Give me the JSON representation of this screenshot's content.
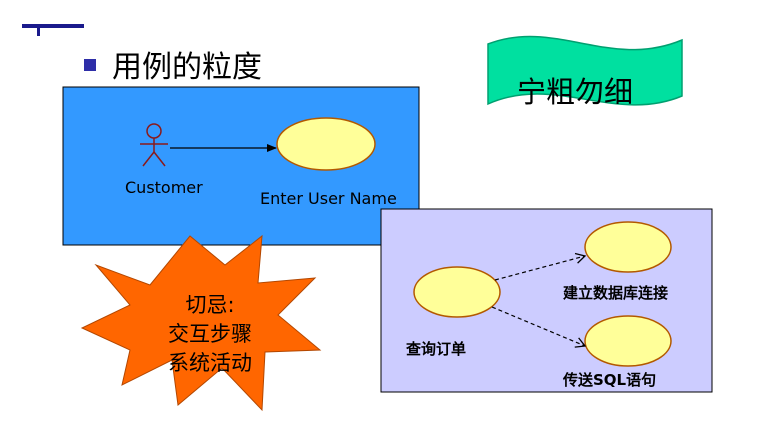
{
  "slide": {
    "title": "用例的粒度"
  },
  "flag": {
    "text": "宁粗勿细",
    "color": "#00e0a0"
  },
  "blue_panel": {
    "color": "#3399ff",
    "actor_label": "Customer",
    "use_case_label": "Enter User Name"
  },
  "warning_star": {
    "color": "#ff6600",
    "lines": [
      "切忌:",
      "交互步骤",
      "系统活动"
    ]
  },
  "lilac_panel": {
    "color": "#ccccff",
    "base_use_case": "查询订单",
    "included_use_cases": [
      "建立数据库连接",
      "传送SQL语句"
    ]
  },
  "use_case_fill": "#ffff99"
}
